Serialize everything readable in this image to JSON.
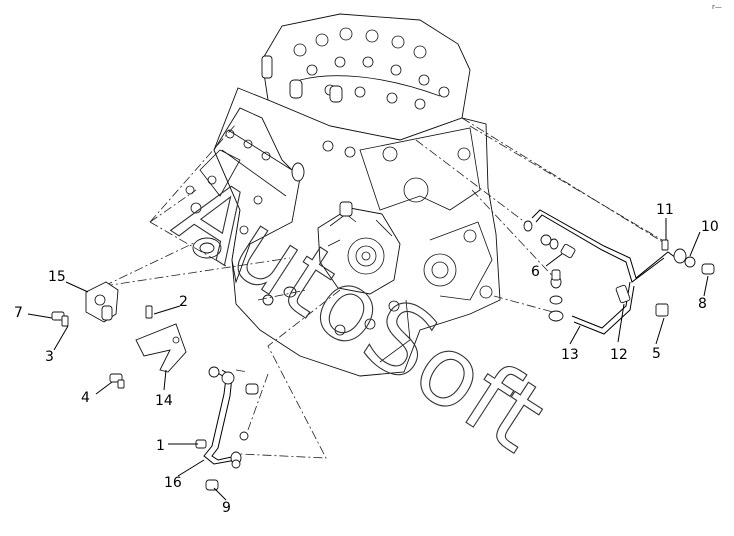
{
  "watermark": "AutoSoft",
  "corner_mark": "r—",
  "callouts": [
    {
      "id": "c1",
      "label": "1"
    },
    {
      "id": "c2",
      "label": "2"
    },
    {
      "id": "c3",
      "label": "3"
    },
    {
      "id": "c4",
      "label": "4"
    },
    {
      "id": "c5",
      "label": "5"
    },
    {
      "id": "c6",
      "label": "6"
    },
    {
      "id": "c7",
      "label": "7"
    },
    {
      "id": "c8",
      "label": "8"
    },
    {
      "id": "c9",
      "label": "9"
    },
    {
      "id": "c10",
      "label": "10"
    },
    {
      "id": "c11",
      "label": "11"
    },
    {
      "id": "c12",
      "label": "12"
    },
    {
      "id": "c13",
      "label": "13"
    },
    {
      "id": "c14",
      "label": "14"
    },
    {
      "id": "c15",
      "label": "15"
    },
    {
      "id": "c16",
      "label": "16"
    }
  ]
}
